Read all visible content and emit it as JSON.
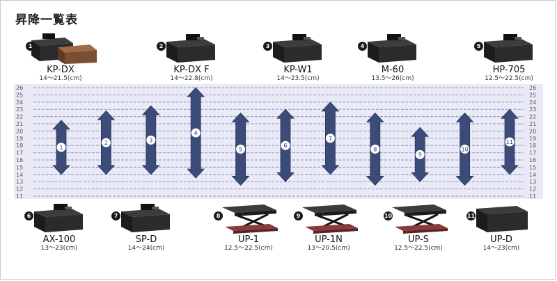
{
  "title": "昇降一覧表",
  "unit": "(cm)",
  "colors": {
    "arrow": "#3c4b78",
    "arrow_edge": "#28365d",
    "line": "#8c92c8",
    "panel": "#e9eaf6"
  },
  "products_top": [
    {
      "num": "1",
      "name": "KP-DX",
      "range": "14～21.5(cm)",
      "icon": "double-pedal-stool-icon"
    },
    {
      "num": "2",
      "name": "KP-DX F",
      "range": "14～22.8(cm)",
      "icon": "pedal-stool-icon"
    },
    {
      "num": "3",
      "name": "KP-W1",
      "range": "14～23.5(cm)",
      "icon": "pedal-stool-icon"
    },
    {
      "num": "4",
      "name": "M-60",
      "range": "13.5～26(cm)",
      "icon": "pedal-stool-icon"
    },
    {
      "num": "5",
      "name": "HP-705",
      "range": "12.5～22.5(cm)",
      "icon": "pedal-stool-icon"
    }
  ],
  "products_bottom": [
    {
      "num": "6",
      "name": "AX-100",
      "range": "13～23(cm)",
      "icon": "pedal-stool-icon"
    },
    {
      "num": "7",
      "name": "SP-D",
      "range": "14～24(cm)",
      "icon": "pedal-stool-icon"
    },
    {
      "num": "8",
      "name": "UP-1",
      "range": "12.5～22.5(cm)",
      "icon": "lift-platform-icon"
    },
    {
      "num": "9",
      "name": "UP-1N",
      "range": "13～20.5(cm)",
      "icon": "lift-platform-icon"
    },
    {
      "num": "10",
      "name": "UP-S",
      "range": "12.5～22.5(cm)",
      "icon": "lift-platform-icon"
    },
    {
      "num": "11",
      "name": "UP-D",
      "range": "14～23(cm)",
      "icon": "box-stool-icon"
    }
  ],
  "chart_data": {
    "type": "bar",
    "ylim": [
      11,
      26
    ],
    "yticks": [
      26,
      25,
      24,
      23,
      22,
      21,
      20,
      19,
      18,
      17,
      16,
      15,
      14,
      13,
      12,
      11
    ],
    "bars": [
      {
        "label": "1",
        "low": 14,
        "high": 21.5
      },
      {
        "label": "2",
        "low": 14,
        "high": 22.8
      },
      {
        "label": "3",
        "low": 14,
        "high": 23.5
      },
      {
        "label": "4",
        "low": 13.5,
        "high": 26
      },
      {
        "label": "5",
        "low": 12.5,
        "high": 22.5
      },
      {
        "label": "6",
        "low": 13,
        "high": 23
      },
      {
        "label": "7",
        "low": 14,
        "high": 24
      },
      {
        "label": "8",
        "low": 12.5,
        "high": 22.5
      },
      {
        "label": "9",
        "low": 13,
        "high": 20.5
      },
      {
        "label": "10",
        "low": 12.5,
        "high": 22.5
      },
      {
        "label": "11",
        "low": 14,
        "high": 23
      }
    ]
  }
}
